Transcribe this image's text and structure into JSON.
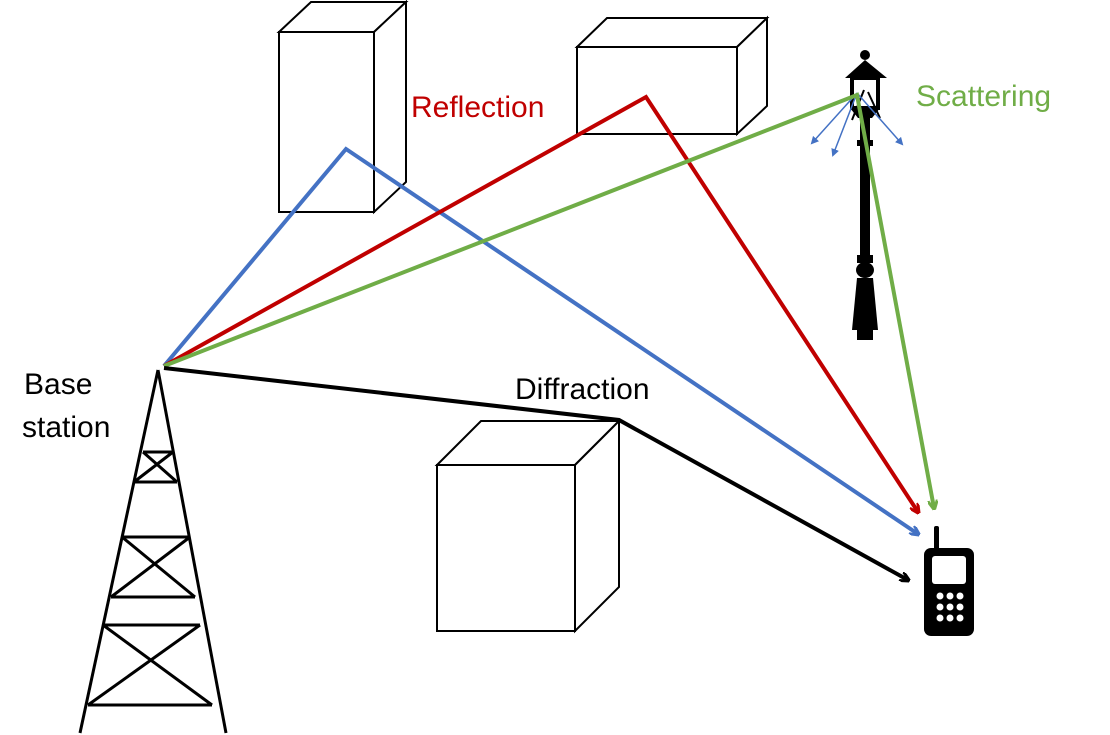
{
  "labels": {
    "base_station": [
      "Base",
      "station"
    ],
    "reflection": "Reflection",
    "scattering": "Scattering",
    "diffraction": "Diffraction"
  },
  "colors": {
    "reflection": "#c00000",
    "scattering": "#70ad47",
    "direct_reflection_blue": "#4472c4",
    "diffraction": "#000000",
    "scatter_arrows": "#4472c4"
  },
  "icons": [
    "base-station-tower-icon",
    "street-lamp-icon",
    "mobile-phone-icon"
  ]
}
